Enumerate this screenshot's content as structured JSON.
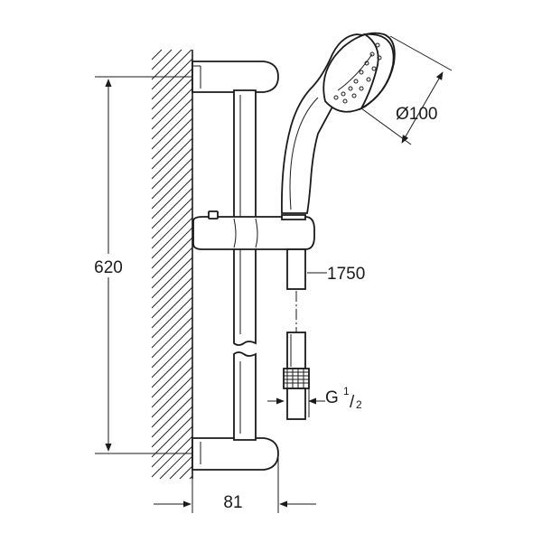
{
  "labels": {
    "height": "620",
    "diameter": "Ø100",
    "hose_length": "1750",
    "thread_prefix": "G",
    "thread_num": "1",
    "thread_den": "2",
    "depth": "81"
  }
}
